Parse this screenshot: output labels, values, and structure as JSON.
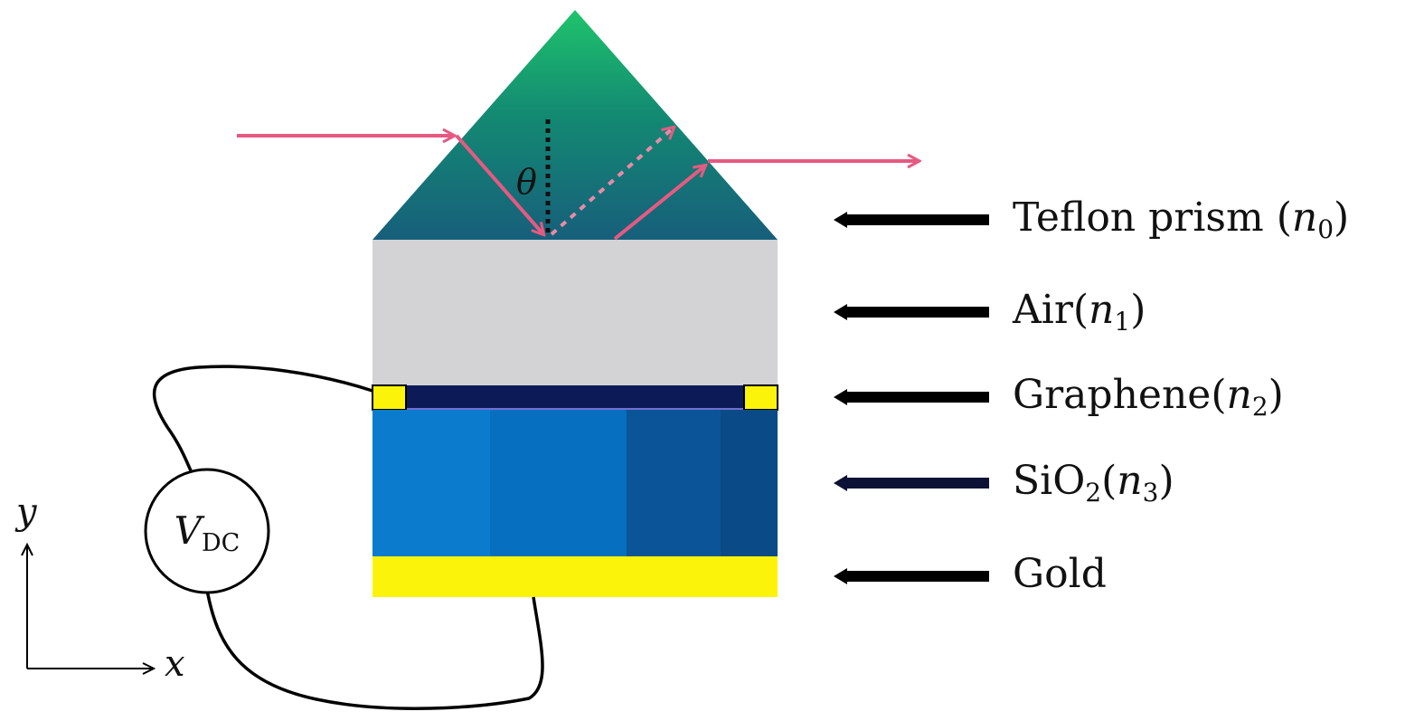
{
  "layers": [
    {
      "id": "prism",
      "label_main": "Teflon prism (",
      "label_var": "n",
      "label_sub": "0",
      "label_close": ")"
    },
    {
      "id": "air",
      "label_main": "Air(",
      "label_var": "n",
      "label_sub": "1",
      "label_close": ")"
    },
    {
      "id": "graphene",
      "label_main": "Graphene(",
      "label_var": "n",
      "label_sub": "2",
      "label_close": ")"
    },
    {
      "id": "sio2",
      "label_main": "SiO",
      "label_main_sub": "2",
      "label_main_after": "(",
      "label_var": "n",
      "label_sub": "3",
      "label_close": ")"
    },
    {
      "id": "gold",
      "label_main": "Gold"
    }
  ],
  "angle_label": "θ",
  "voltage_source": {
    "main": "V",
    "sub": "DC"
  },
  "axes": {
    "y_label": "y",
    "x_label": "x"
  },
  "colors": {
    "prism_top": "#1fbf74",
    "prism_bottom": "#176d7e",
    "air": "#d3d3d6",
    "graphene": "#0d1a58",
    "gold": "#fbf40a",
    "beam": "#e65a81",
    "arrow": "#000000"
  }
}
